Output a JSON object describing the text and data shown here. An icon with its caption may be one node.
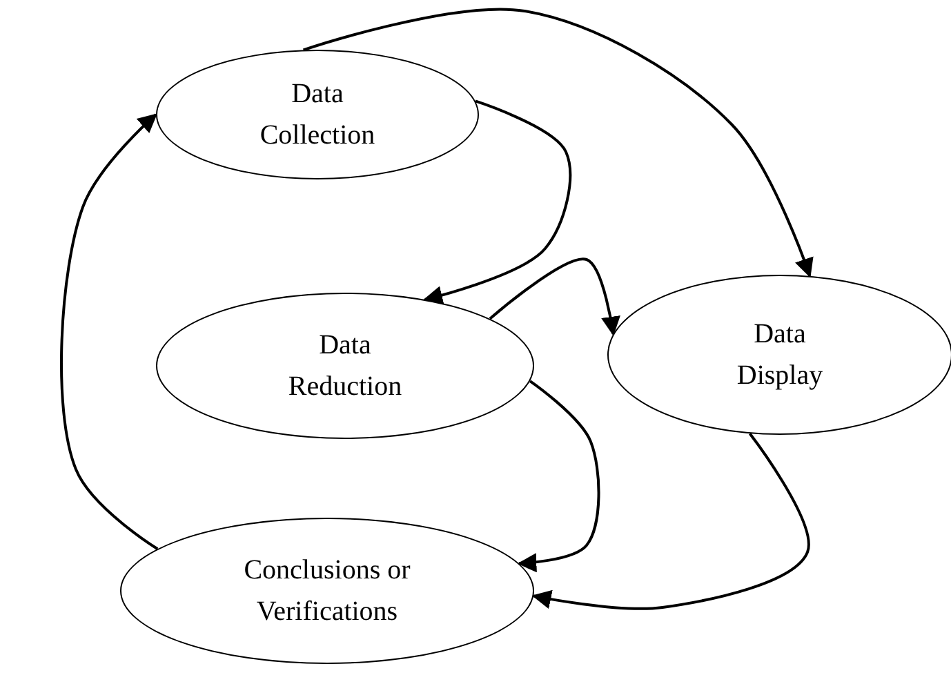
{
  "diagram": {
    "nodes": [
      {
        "text": [
          "Data Collection"
        ]
      },
      {
        "text": [
          "Data Reduction"
        ]
      },
      {
        "text": [
          "Data Display"
        ]
      },
      {
        "text": [
          "Conclusions or Verifications"
        ]
      }
    ],
    "edges": [
      {
        "from": 0,
        "to": 2,
        "arrow": "to"
      },
      {
        "from": 0,
        "to": 1,
        "arrow": "to"
      },
      {
        "from": 1,
        "to": 2,
        "arrow": "to"
      },
      {
        "from": 1,
        "to": 3,
        "arrow": "to"
      },
      {
        "from": 2,
        "to": 3,
        "arrow": "to"
      },
      {
        "from": 3,
        "to": 0,
        "arrow": "to"
      }
    ]
  }
}
